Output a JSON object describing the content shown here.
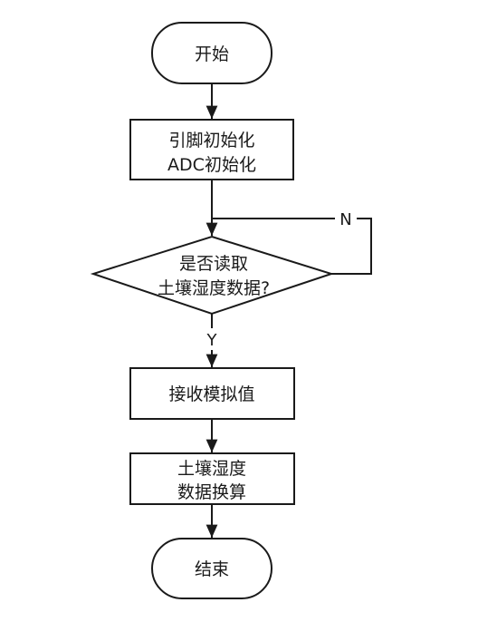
{
  "nodes": {
    "start": {
      "line1": "开始"
    },
    "init": {
      "line1": "引脚初始化",
      "line2": "ADC初始化"
    },
    "decision": {
      "line1": "是否读取",
      "line2": "土壤湿度数据?"
    },
    "receive": {
      "line1": "接收模拟值"
    },
    "convert": {
      "line1": "土壤湿度",
      "line2": "数据换算"
    },
    "end": {
      "line1": "结束"
    }
  },
  "edge_labels": {
    "no": "N",
    "yes": "Y"
  }
}
